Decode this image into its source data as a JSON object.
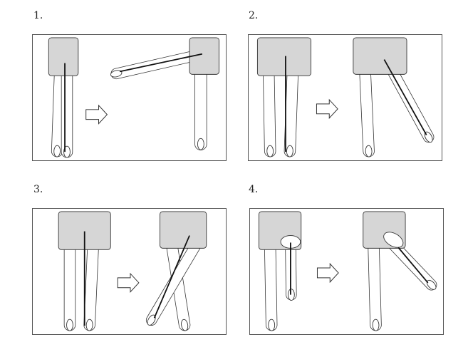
{
  "steps": [
    {
      "label": "1."
    },
    {
      "label": "2."
    },
    {
      "label": "3."
    },
    {
      "label": "4."
    }
  ],
  "colors": {
    "shorts": "#d6d6d6",
    "outline": "#333333",
    "line": "#111111"
  }
}
